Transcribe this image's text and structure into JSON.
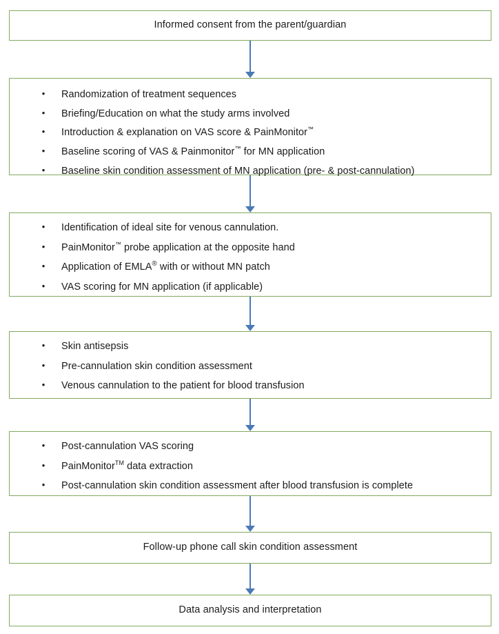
{
  "diagram": {
    "title": "Study procedure flowchart",
    "colors": {
      "box_border": "#83a95f",
      "arrow": "#4a7ab5",
      "text": "#1b1b1b",
      "background": "#ffffff"
    },
    "nodes": [
      {
        "id": "informed-consent",
        "kind": "single-line",
        "text": "Informed consent from the parent/guardian"
      },
      {
        "id": "preparation",
        "kind": "bullet-list",
        "items": [
          {
            "prefix": "Randomization of treatment sequences",
            "sup": "",
            "sup_kind": "",
            "suffix": ""
          },
          {
            "prefix": "Briefing/Education on what the study arms involved",
            "sup": "",
            "sup_kind": "",
            "suffix": ""
          },
          {
            "prefix": "Introduction & explanation on VAS score & PainMonitor",
            "sup": "™",
            "sup_kind": "tm",
            "suffix": ""
          },
          {
            "prefix": "Baseline scoring of VAS & Painmonitor",
            "sup": "™",
            "sup_kind": "tm",
            "suffix": " for MN application"
          },
          {
            "prefix": "Baseline skin condition assessment of MN application (pre- & post-cannulation)",
            "sup": "",
            "sup_kind": "",
            "suffix": ""
          }
        ]
      },
      {
        "id": "site-and-application",
        "kind": "bullet-list",
        "items": [
          {
            "prefix": "Identification of ideal site for venous cannulation.",
            "sup": "",
            "sup_kind": "",
            "suffix": ""
          },
          {
            "prefix": "PainMonitor",
            "sup": "™",
            "sup_kind": "tm",
            "suffix": " probe application at the opposite hand"
          },
          {
            "prefix": "Application of EMLA",
            "sup": "®",
            "sup_kind": "reg",
            "suffix": " with or without MN patch"
          },
          {
            "prefix": "VAS scoring for MN application (if applicable)",
            "sup": "",
            "sup_kind": "",
            "suffix": ""
          }
        ]
      },
      {
        "id": "cannulation",
        "kind": "bullet-list",
        "items": [
          {
            "prefix": "Skin antisepsis",
            "sup": "",
            "sup_kind": "",
            "suffix": ""
          },
          {
            "prefix": "Pre-cannulation skin condition assessment",
            "sup": "",
            "sup_kind": "",
            "suffix": ""
          },
          {
            "prefix": "Venous cannulation to the patient for blood transfusion",
            "sup": "",
            "sup_kind": "",
            "suffix": ""
          }
        ]
      },
      {
        "id": "post-cannulation",
        "kind": "bullet-list",
        "items": [
          {
            "prefix": "Post-cannulation VAS scoring",
            "sup": "",
            "sup_kind": "",
            "suffix": ""
          },
          {
            "prefix": "PainMonitor",
            "sup": "TM",
            "sup_kind": "tm-letters",
            "suffix": " data extraction"
          },
          {
            "prefix": "Post-cannulation skin condition assessment after blood transfusion is complete",
            "sup": "",
            "sup_kind": "",
            "suffix": ""
          }
        ]
      },
      {
        "id": "follow-up",
        "kind": "single-line",
        "text": "Follow-up phone call skin condition assessment"
      },
      {
        "id": "analysis",
        "kind": "single-line",
        "text": "Data analysis and interpretation"
      }
    ],
    "connectors": [
      {
        "id": "arrow-1",
        "from": "informed-consent",
        "to": "preparation"
      },
      {
        "id": "arrow-2",
        "from": "preparation",
        "to": "site-and-application"
      },
      {
        "id": "arrow-3",
        "from": "site-and-application",
        "to": "cannulation"
      },
      {
        "id": "arrow-4",
        "from": "cannulation",
        "to": "post-cannulation"
      },
      {
        "id": "arrow-5",
        "from": "post-cannulation",
        "to": "follow-up"
      },
      {
        "id": "arrow-6",
        "from": "follow-up",
        "to": "analysis"
      }
    ]
  }
}
